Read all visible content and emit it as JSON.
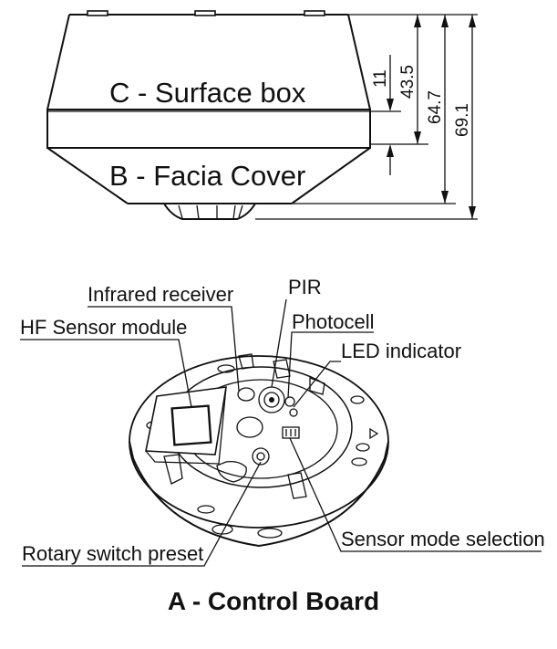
{
  "top_view": {
    "surface_box_label": "C - Surface box",
    "facia_cover_label": "B - Facia Cover",
    "dimensions": [
      "11",
      "43.5",
      "64.7",
      "69.1"
    ]
  },
  "control_board": {
    "title": "A - Control Board",
    "callouts": {
      "infrared_receiver": "Infrared receiver",
      "pir": "PIR",
      "hf_sensor_module": "HF Sensor module",
      "photocell": "Photocell",
      "led_indicator": "LED indicator",
      "rotary_switch_preset": "Rotary switch preset",
      "sensor_mode_selection": "Sensor mode selection"
    }
  },
  "colors": {
    "line": "#111111",
    "background": "#ffffff"
  }
}
